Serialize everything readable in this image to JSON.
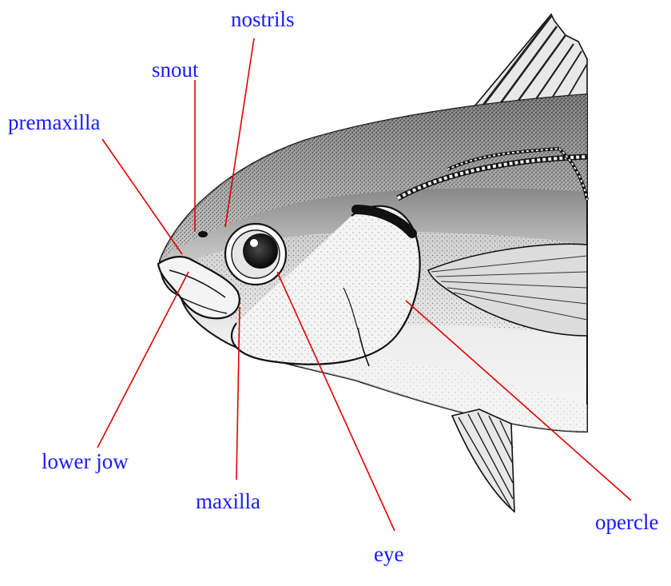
{
  "diagram": {
    "colors": {
      "label_text": "#1a1aff",
      "leader_line": "#e00000",
      "outline": "#111111"
    },
    "labels": {
      "nostrils": "nostrils",
      "snout": "snout",
      "premaxilla": "premaxilla",
      "lower_jaw": "lower jow",
      "maxilla": "maxilla",
      "eye": "eye",
      "opercle": "opercle"
    }
  }
}
